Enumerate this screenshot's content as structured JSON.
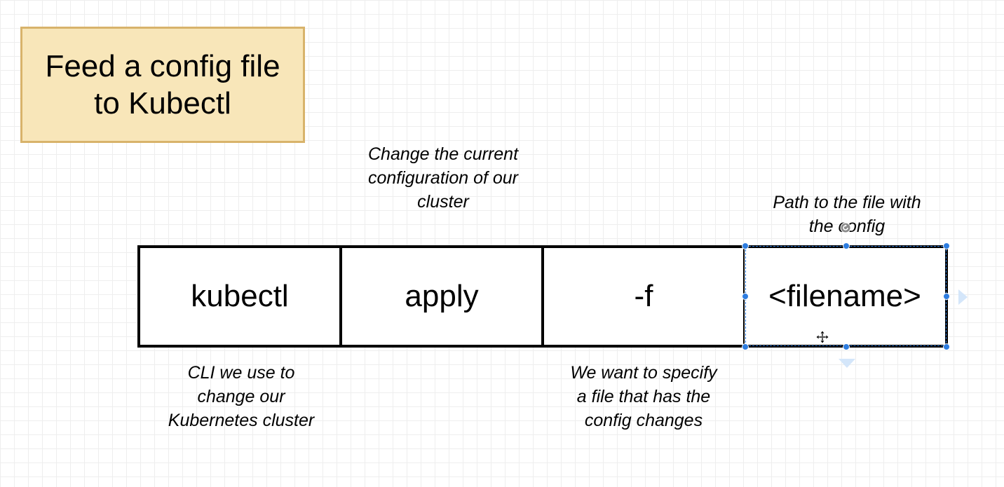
{
  "title": {
    "text": "Feed a config file to Kubectl",
    "fill_color": "#f8e6b9",
    "border_color": "#d8b36b"
  },
  "command": {
    "parts": [
      {
        "text": "kubectl"
      },
      {
        "text": "apply"
      },
      {
        "text": "-f"
      },
      {
        "text": "<filename>"
      }
    ]
  },
  "notes": {
    "above_apply": "Change the current configuration of our cluster",
    "above_filename": "Path to the file with the config",
    "below_kubectl": "CLI we use to change our Kubernetes cluster",
    "below_f": "We want to specify a file that has the config changes"
  },
  "selection": {
    "color": "#2e7de0",
    "icons": [
      "rotate-icon",
      "move-icon",
      "connect-arrow-right-icon",
      "connect-arrow-down-icon"
    ]
  }
}
